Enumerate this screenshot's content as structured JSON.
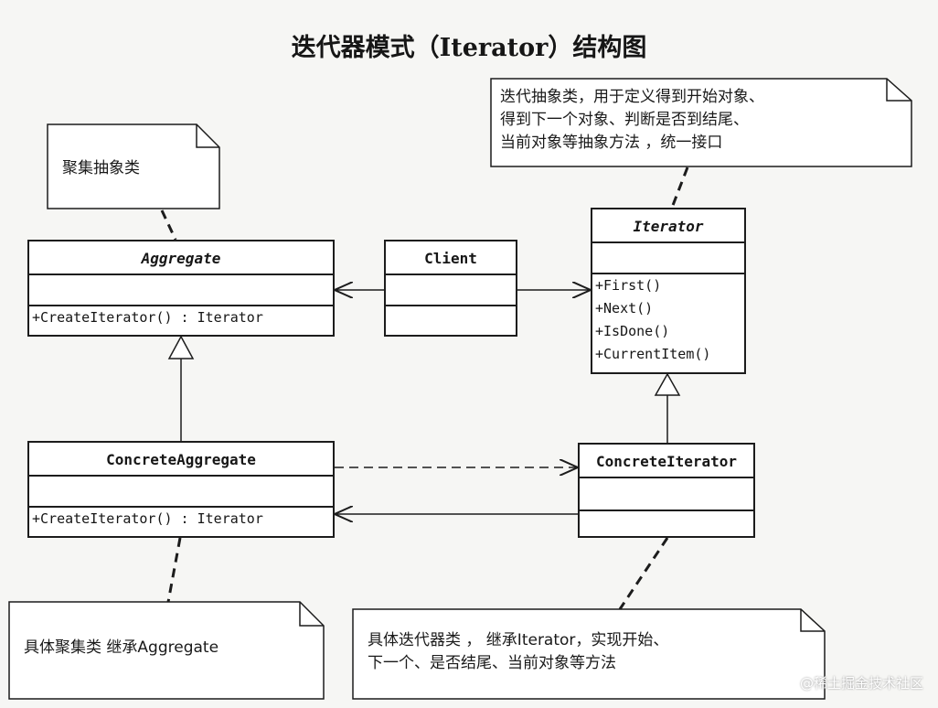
{
  "title": "迭代器模式（Iterator）结构图",
  "notes": {
    "aggregate_note": [
      "聚集抽象类"
    ],
    "iterator_note": [
      "迭代抽象类，用于定义得到开始对象、",
      "得到下一个对象、判断是否到结尾、",
      "当前对象等抽象方法 ，统一接口"
    ],
    "concrete_aggregate_note": [
      "具体聚集类  继承Aggregate"
    ],
    "concrete_iterator_note": [
      "具体迭代器类 ， 继承Iterator，实现开始、",
      "下一个、是否结尾、当前对象等方法"
    ]
  },
  "classes": {
    "aggregate": {
      "name": "Aggregate",
      "abstract": true,
      "operations": [
        "+CreateIterator() : Iterator"
      ]
    },
    "client": {
      "name": "Client",
      "abstract": false,
      "operations": []
    },
    "iterator": {
      "name": "Iterator",
      "abstract": true,
      "operations": [
        "+First()",
        "+Next()",
        "+IsDone()",
        "+CurrentItem()"
      ]
    },
    "concrete_aggregate": {
      "name": "ConcreteAggregate",
      "abstract": false,
      "operations": [
        "+CreateIterator() : Iterator"
      ]
    },
    "concrete_iterator": {
      "name": "ConcreteIterator",
      "abstract": false,
      "operations": []
    }
  },
  "watermark": "@稀土掘金技术社区"
}
